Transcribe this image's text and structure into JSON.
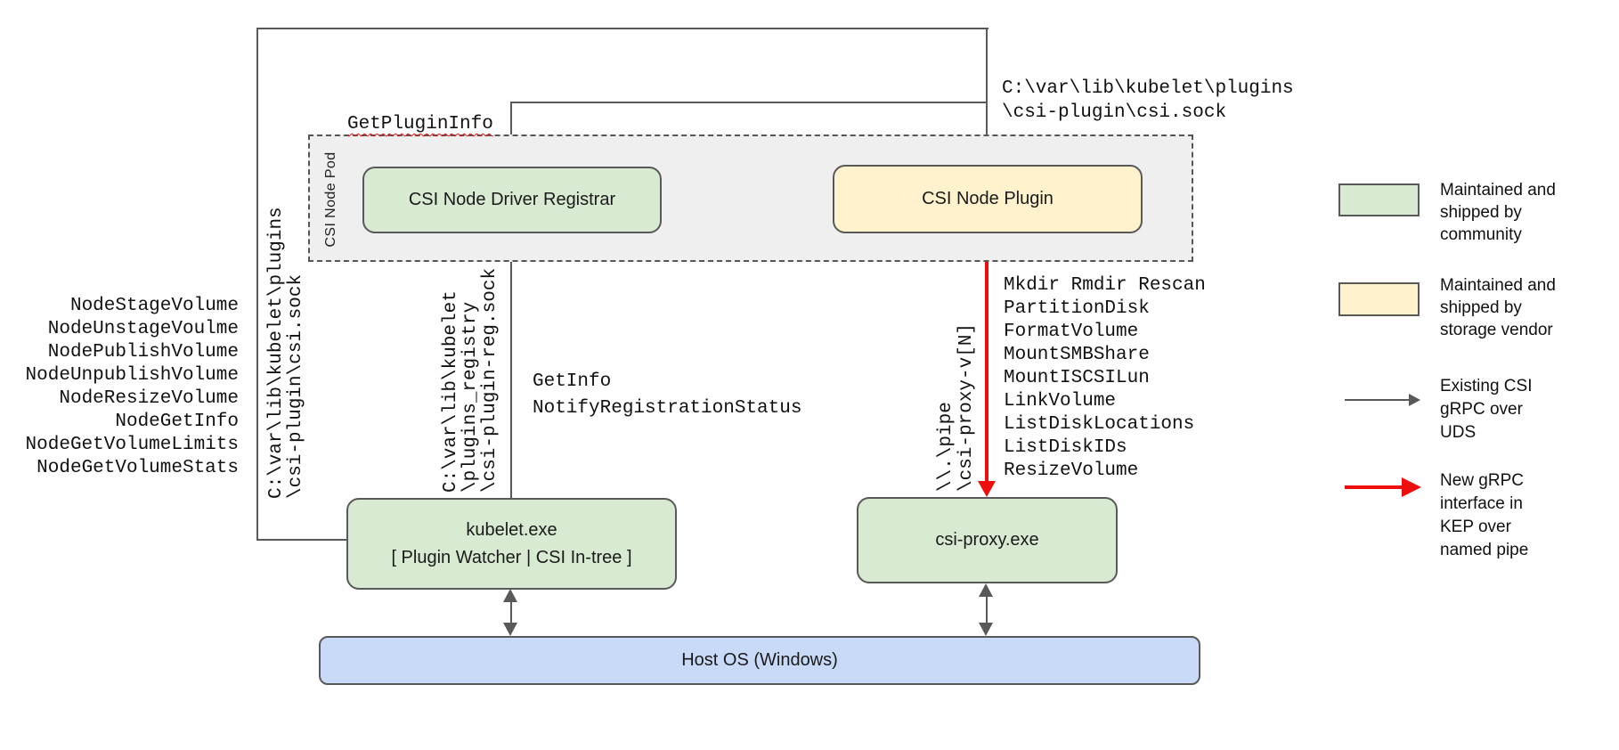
{
  "diagram": {
    "pod_label": "CSI Node Pod",
    "boxes": {
      "registrar": "CSI Node Driver Registrar",
      "plugin": "CSI Node Plugin",
      "kubelet": "kubelet.exe\n[ Plugin Watcher | CSI In-tree ]",
      "csi_proxy": "csi-proxy.exe",
      "host_os": "Host OS (Windows)"
    },
    "annotations": {
      "get_plugin_info": "GetPluginInfo",
      "csi_sock_path": "C:\\var\\lib\\kubelet\\plugins\n\\csi-plugin\\csi.sock",
      "csi_sock_path_vertical": "C:\\var\\lib\\kubelet\\plugins\n\\csi-plugin\\csi.sock",
      "registration_sock_path": "C:\\var\\lib\\kubelet\n\\plugins_registry\n\\csi-plugin-reg.sock",
      "named_pipe": "\\\\.\\pipe\n\\csi-proxy-v[N]",
      "registration_rpcs": "GetInfo\nNotifyRegistrationStatus"
    },
    "node_rpcs": [
      "NodeStageVolume",
      "NodeUnstageVoulme",
      "NodePublishVolume",
      "NodeUnpublishVolume",
      "NodeResizeVolume",
      "NodeGetInfo",
      "NodeGetVolumeLimits",
      "NodeGetVolumeStats"
    ],
    "proxy_rpcs": [
      "Mkdir Rmdir Rescan",
      "PartitionDisk",
      "FormatVolume",
      "MountSMBShare",
      "MountISCSILun",
      "LinkVolume",
      "ListDiskLocations",
      "ListDiskIDs",
      "ResizeVolume"
    ]
  },
  "legend": {
    "community": "Maintained and\nshipped by\ncommunity",
    "vendor": "Maintained and\nshipped by\nstorage vendor",
    "uds": "Existing CSI\ngRPC over\nUDS",
    "pipe": "New gRPC\ninterface in\nKEP over\nnamed pipe"
  },
  "colors": {
    "community-green": "#d9ead3",
    "vendor-yellow": "#fff2cc",
    "os-blue": "#c9daf8",
    "pod-gray": "#efefef",
    "line-gray": "#595959",
    "accent-red": "#ee0e0e",
    "text-dark": "#1a1a1a"
  }
}
